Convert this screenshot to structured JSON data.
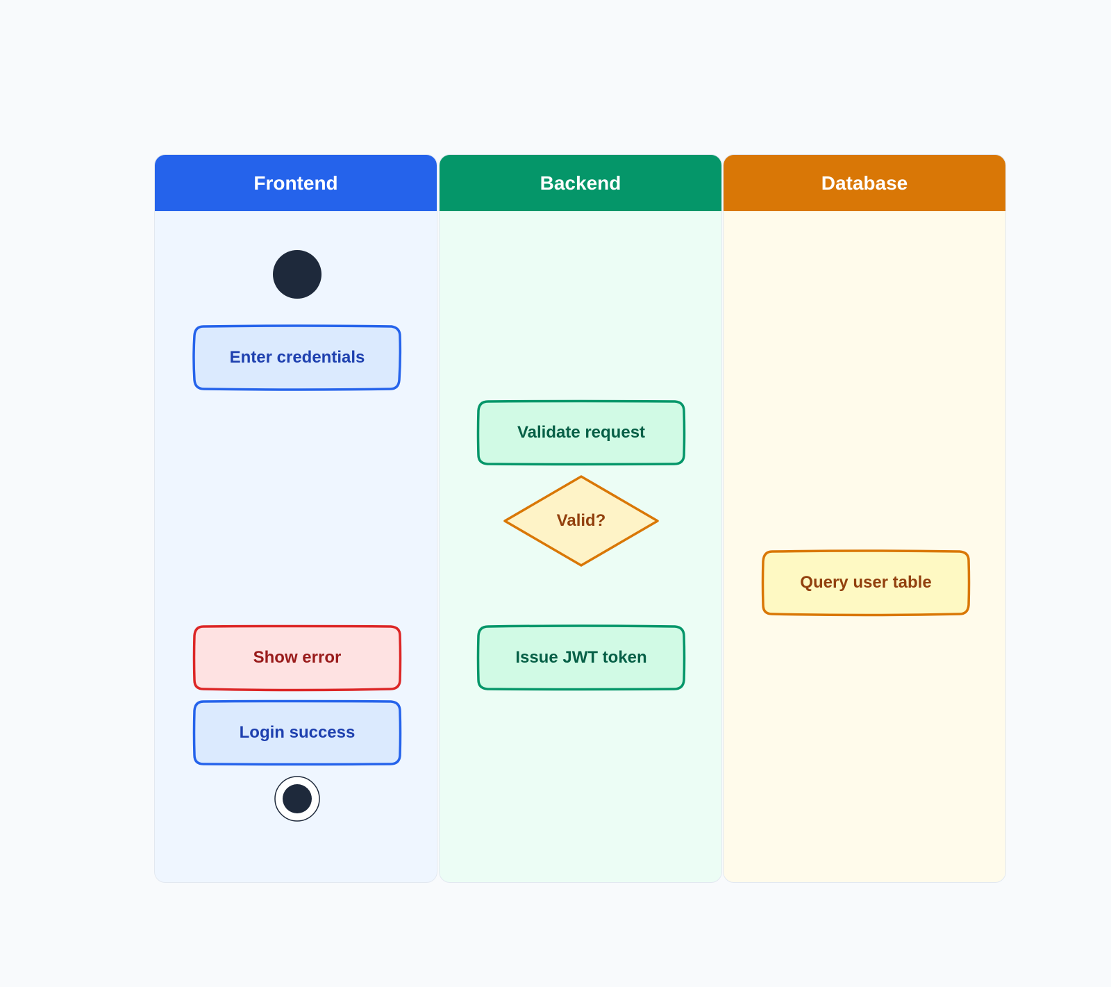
{
  "lanes": [
    {
      "label": "Frontend",
      "header_color": "#2563eb",
      "body_color": "#eff6ff"
    },
    {
      "label": "Backend",
      "header_color": "#059669",
      "body_color": "#ecfdf5"
    },
    {
      "label": "Database",
      "header_color": "#d97706",
      "body_color": "#fffbeb"
    }
  ],
  "nodes": {
    "enter_credentials": {
      "label": "Enter credentials",
      "fill": "#dbeafe",
      "stroke": "#2563eb",
      "text_color": "#1e40af"
    },
    "validate_request": {
      "label": "Validate request",
      "fill": "#d1fae5",
      "stroke": "#059669",
      "text_color": "#065f46"
    },
    "valid_decision": {
      "label": "Valid?",
      "fill": "#fef3c7",
      "stroke": "#d97706",
      "text_color": "#92400e"
    },
    "query_user_table": {
      "label": "Query user table",
      "fill": "#fef9c3",
      "stroke": "#d97706",
      "text_color": "#92400e"
    },
    "show_error": {
      "label": "Show error",
      "fill": "#fee2e2",
      "stroke": "#dc2626",
      "text_color": "#991b1b"
    },
    "issue_jwt_token": {
      "label": "Issue JWT token",
      "fill": "#d1fae5",
      "stroke": "#059669",
      "text_color": "#065f46"
    },
    "login_success": {
      "label": "Login success",
      "fill": "#dbeafe",
      "stroke": "#2563eb",
      "text_color": "#1e40af"
    }
  },
  "start_end_color": "#1e293b"
}
